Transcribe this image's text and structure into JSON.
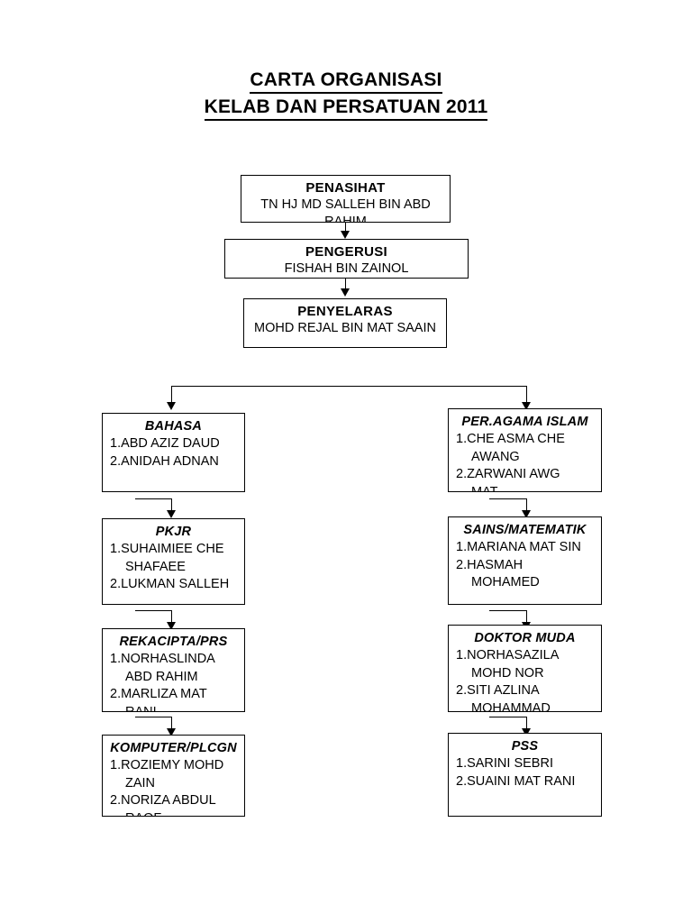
{
  "document": {
    "title_line_1": "CARTA ORGANISASI ",
    "title_line_2": "KELAB DAN PERSATUAN 2011"
  },
  "hierarchy": {
    "top_chain": [
      {
        "role": "PENASIHAT",
        "name": "TN HJ MD SALLEH BIN ABD RAHIM"
      },
      {
        "role": "PENGERUSI",
        "name": "FISHAH BIN ZAINOL"
      },
      {
        "role": "PENYELARAS",
        "name": "MOHD REJAL BIN MAT SAAIN"
      }
    ]
  },
  "units": {
    "rows": [
      {
        "left": {
          "title": "BAHASA",
          "members": [
            "ABD AZIZ DAUD",
            "ANIDAH ADNAN"
          ]
        },
        "right": {
          "title": "PER.AGAMA ISLAM",
          "members": [
            "CHE ASMA CHE\nAWANG",
            "ZARWANI  AWG\nMAT"
          ]
        }
      },
      {
        "left": {
          "title": "PKJR",
          "members": [
            "SUHAIMIEE CHE\nSHAFAEE",
            "LUKMAN SALLEH"
          ]
        },
        "right": {
          "title": "SAINS/MATEMATIK",
          "members": [
            "MARIANA MAT SIN",
            "HASMAH\nMOHAMED"
          ]
        }
      },
      {
        "left": {
          "title": "REKACIPTA/PRS",
          "members": [
            "NORHASLINDA\nABD RAHIM",
            "MARLIZA MAT\nRANI"
          ]
        },
        "right": {
          "title": "DOKTOR MUDA",
          "members": [
            "NORHASAZILA\nMOHD NOR",
            "SITI AZLINA\nMOHAMMAD"
          ]
        }
      },
      {
        "left": {
          "title": "KOMPUTER/PLCGN",
          "members": [
            "ROZIEMY MOHD\nZAIN",
            "NORIZA ABDUL\nRAOF"
          ]
        },
        "right": {
          "title": "PSS",
          "members": [
            "SARINI SEBRI",
            "SUAINI MAT RANI"
          ]
        }
      }
    ],
    "numbering": [
      "1.",
      "2."
    ]
  },
  "style": {
    "ink": "#000000",
    "paper": "#ffffff"
  }
}
